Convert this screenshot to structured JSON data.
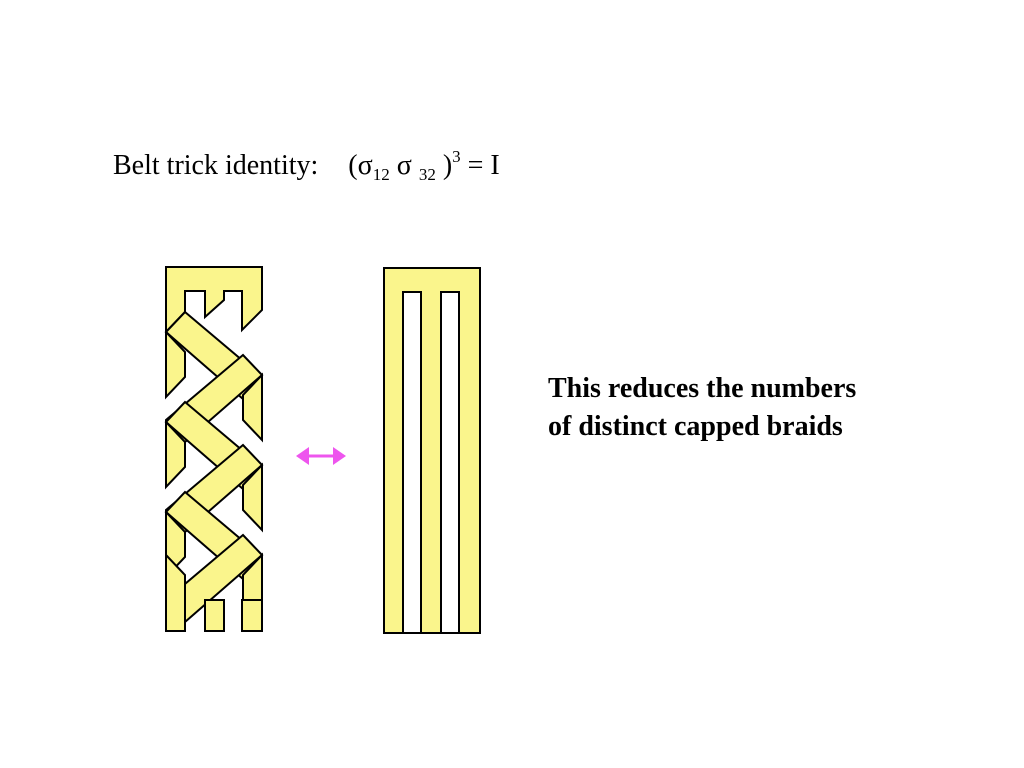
{
  "title": {
    "label": "Belt trick identity:",
    "open": "(σ",
    "sub1": "12",
    "sigma2": " σ ",
    "sub2": "32",
    "close": " )",
    "exp": "3",
    "rhs": " = I"
  },
  "caption": {
    "line1": "This reduces the numbers",
    "line2": "of distinct capped braids"
  },
  "colors": {
    "ribbon_fill": "#FAF58C",
    "outline": "#000000",
    "arrow": "#EE55EE"
  },
  "icons": {
    "equivalence": "double-headed-arrow-icon"
  }
}
